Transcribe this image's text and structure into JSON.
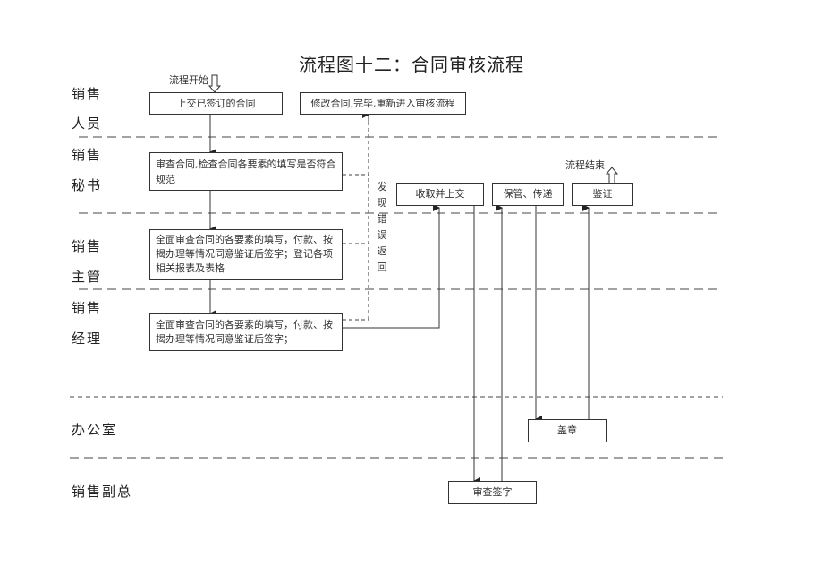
{
  "title": "流程图十二：合同审核流程",
  "lanes": [
    {
      "line1": "销售",
      "line2": "人员"
    },
    {
      "line1": "销售",
      "line2": "秘书"
    },
    {
      "line1": "销售",
      "line2": "主管"
    },
    {
      "line1": "销售",
      "line2": "经理"
    },
    {
      "line1": "办公室"
    },
    {
      "line1": "销售副总"
    }
  ],
  "start_label": "流程开始",
  "end_label": "流程结束",
  "error_return_label": "发现错误返回",
  "error_return_chars": [
    "发",
    "现",
    "错",
    "误",
    "返",
    "回"
  ],
  "boxes": {
    "submit_contract": "上交已签订的合同",
    "revise_contract": "修改合同,完毕,重新进入审核流程",
    "secretary_review": "审查合同,检查合同各要素的填写是否符合规范",
    "supervisor_review": "全面审查合同的各要素的填写，付款、按揭办理等情况同意鉴证后签字；登记各项相关报表及表格",
    "manager_review": "全面审查合同的各要素的填写，付款、按揭办理等情况同意鉴证后签字；",
    "collect_submit": "收取并上交",
    "store_deliver": "保管、传递",
    "certify": "鉴证",
    "stamp": "盖章",
    "vp_sign": "审查签字"
  },
  "colors": {
    "line": "#333333",
    "dashed_line": "#555555",
    "text": "#222222"
  }
}
